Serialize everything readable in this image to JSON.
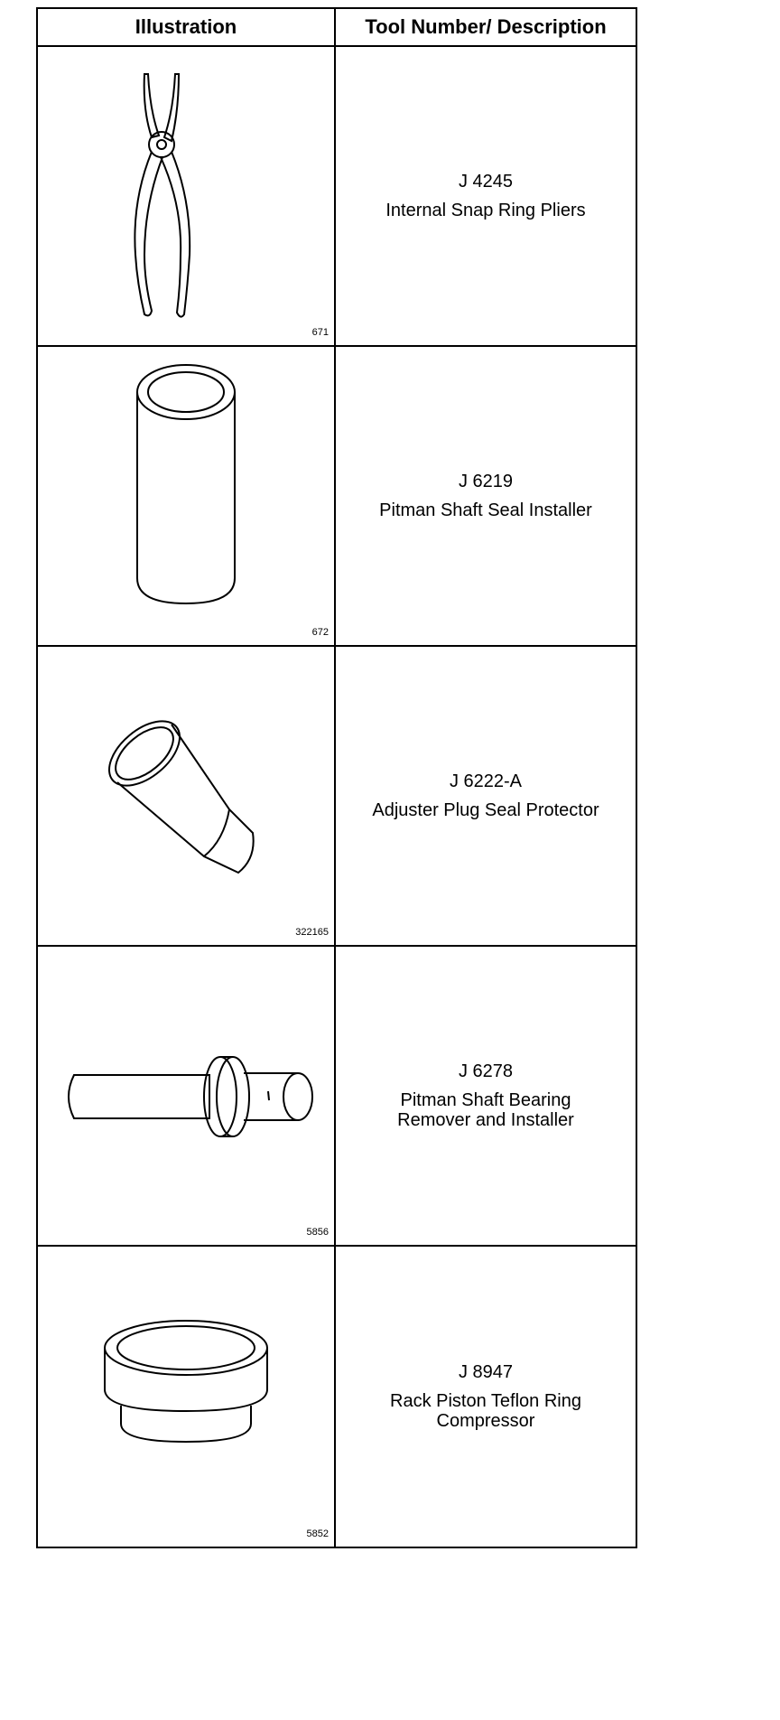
{
  "table": {
    "header": {
      "illustration": "Illustration",
      "tool": "Tool Number/ Description"
    },
    "rows": [
      {
        "fig": "671",
        "number": "J 4245",
        "description": "Internal Snap Ring Pliers",
        "icon": "snap-ring-pliers-icon"
      },
      {
        "fig": "672",
        "number": "J 6219",
        "description": "Pitman Shaft Seal Installer",
        "icon": "seal-installer-icon"
      },
      {
        "fig": "322165",
        "number": "J 6222-A",
        "description": "Adjuster Plug Seal Protector",
        "icon": "seal-protector-icon"
      },
      {
        "fig": "5856",
        "number": "J 6278",
        "description": "Pitman Shaft Bearing Remover and Installer",
        "icon": "bearing-remover-icon"
      },
      {
        "fig": "5852",
        "number": "J 8947",
        "description": "Rack Piston Teflon Ring Compressor",
        "icon": "ring-compressor-icon"
      }
    ]
  }
}
